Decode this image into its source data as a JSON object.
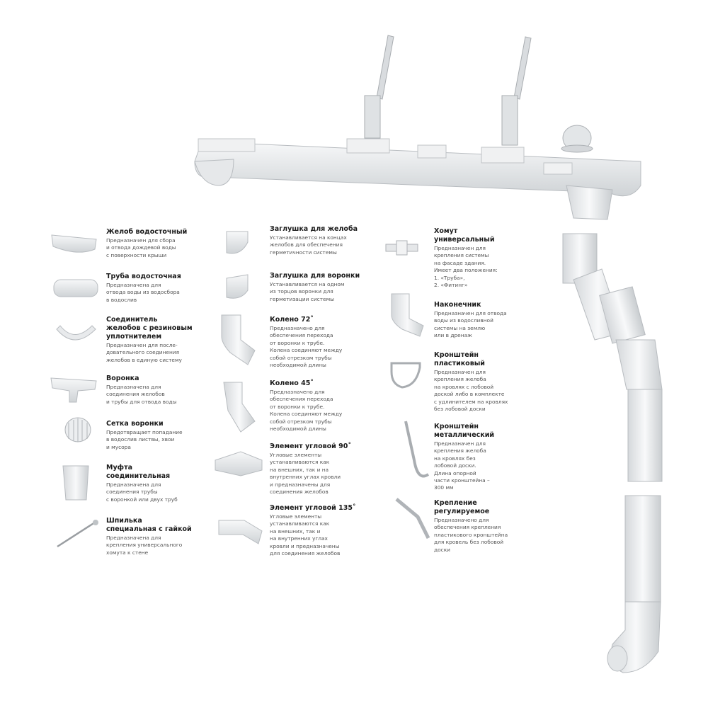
{
  "columns": [
    [
      {
        "title": "Желоб водосточный",
        "desc": "Предназначен для сбора\nи отвода дождевой воды\nс поверхности крыши"
      },
      {
        "title": "Труба водосточная",
        "desc": "Предназначена для\nотвода воды из водосбора\nв водослив"
      },
      {
        "title": "Соединитель\nжелобов с резиновым\nуплотнителем",
        "desc": "Предназначен для после-\nдовательного соединения\nжелобов в единую систему"
      },
      {
        "title": "Воронка",
        "desc": "Предназначена для\nсоединения желобов\nи трубы для отвода воды"
      },
      {
        "title": "Сетка воронки",
        "desc": "Предотвращает попадание\nв водослив листвы, хвои\nи мусора"
      },
      {
        "title": "Муфта\nсоединительная",
        "desc": "Предназначена для\nсоединения трубы\nс воронкой или двух труб"
      },
      {
        "title": "Шпилька\nспециальная с гайкой",
        "desc": "Предназначена для\nкрепления универсального\nхомута к стене"
      }
    ],
    [
      {
        "title": "Заглушка для желоба",
        "desc": "Устанавливается на концах\nжелобов для обеспечения\nгерметичности системы"
      },
      {
        "title": "Заглушка для воронки",
        "desc": "Устанавливается на одном\nиз торцов воронки для\nгерметизации системы"
      },
      {
        "title": "Колено 72˚",
        "desc": "Предназначено для\nобеспечения перехода\nот воронки к трубе.\nКолена соединяют между\nсобой отрезком трубы\nнеобходимой длины"
      },
      {
        "title": "Колено 45˚",
        "desc": "Предназначено для\nобеспечения перехода\nот воронки к трубе.\nКолена соединяют между\nсобой отрезком трубы\nнеобходимой длины"
      },
      {
        "title": "Элемент угловой 90˚",
        "desc": "Угловые элементы\nустанавливаются как\nна внешних, так и на\nвнутренних углах кровли\nи предназначены для\nсоединения желобов"
      },
      {
        "title": "Элемент угловой 135˚",
        "desc": "Угловые элементы\nустанавливаются как\nна внешних, так и\nна внутренних углах\nкровли и предназначены\nдля соединения желобов"
      }
    ],
    [
      {
        "title": "Хомут\nуниверсальный",
        "desc": "Предназначен для\nкрепления системы\nна фасаде здания.\nИмеет два положения:\n1. «Труба»,\n2. «Фитинг»"
      },
      {
        "title": "Наконечник",
        "desc": "Предназначен для отвода\nводы из водосливной\nсистемы на землю\nили в дренаж"
      },
      {
        "title": "Кронштейн\nпластиковый",
        "desc": "Предназначен для\nкрепления желоба\nна кровлях с лобовой\nдоской либо в комплекте\nс удлинителем на кровлях\nбез лобовой доски"
      },
      {
        "title": "Кронштейн\nметаллический",
        "desc": "Предназначен для\nкрепления желоба\nна кровлях без\nлобовой доски.\nДлина опорной\nчасти кронштейна –\n300 мм"
      },
      {
        "title": "Крепление\nрегулируемое",
        "desc": "Предназначено для\nобеспечения крепления\nпластикового кронштейна\nдля кровель без лобовой\nдоски"
      }
    ]
  ],
  "colors": {
    "part_fill": "#eceef0",
    "part_stroke": "#b8bcc0",
    "title": "#1a1a1a",
    "desc": "#555555"
  }
}
